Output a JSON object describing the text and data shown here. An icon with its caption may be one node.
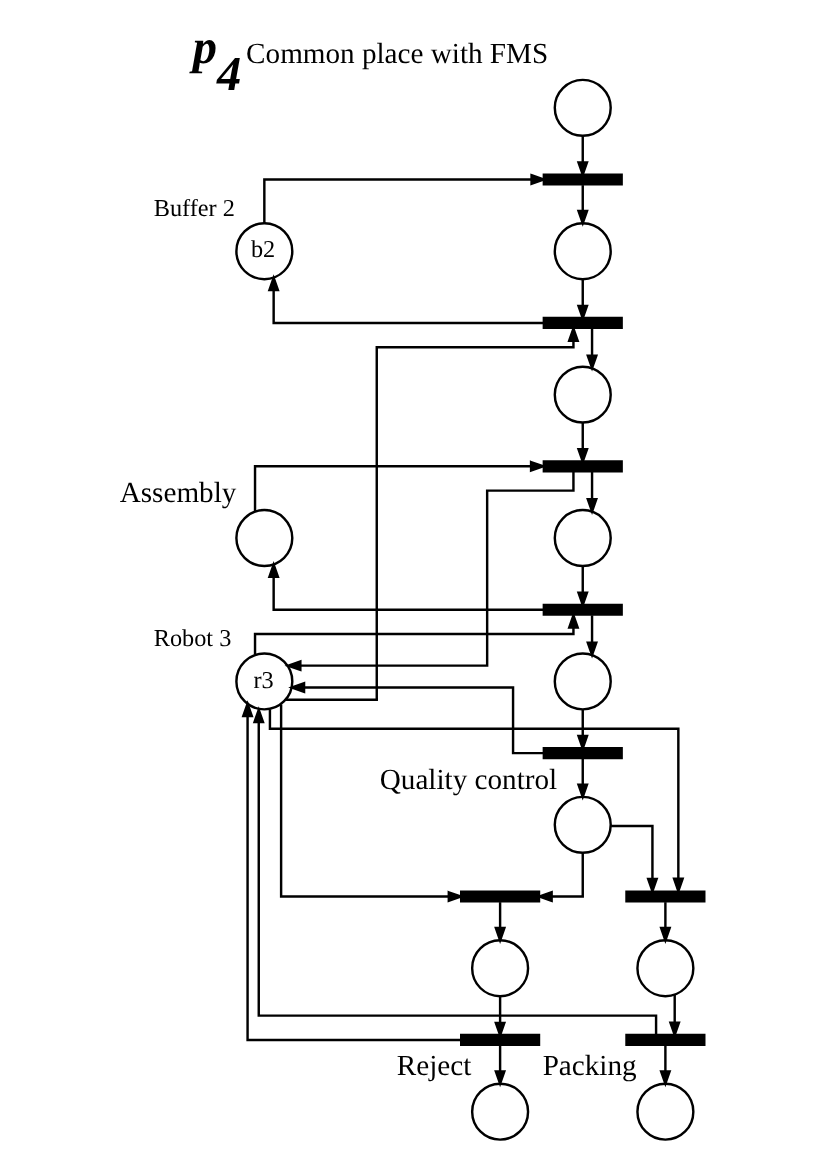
{
  "diagram": {
    "nodes": [
      {
        "text": [],
        "shape": "circle",
        "beside": [
          "p$_{4}$",
          "Common place with FMS"
        ]
      },
      {
        "text": [],
        "shape": "bar"
      },
      {
        "text": [
          "b2"
        ],
        "beside": [
          "Buffer 2"
        ]
      },
      {
        "text": [],
        "shape": "circle"
      },
      {
        "text": [],
        "shape": "bar"
      },
      {
        "text": [],
        "shape": "circle"
      },
      {
        "text": [],
        "shape": "bar"
      },
      {
        "text": [],
        "shape": "circle",
        "beside": [
          "Assembly"
        ]
      },
      {
        "text": [],
        "shape": "circle"
      },
      {
        "text": [],
        "shape": "bar"
      },
      {
        "text": [],
        "shape": "circle"
      },
      {
        "text": [
          "r3"
        ],
        "beside": [
          "Robot 3"
        ]
      },
      {
        "text": [],
        "shape": "bar"
      },
      {
        "text": [],
        "shape": "circle",
        "beside": [
          "Quality control"
        ]
      },
      {
        "text": [],
        "shape": "bar"
      },
      {
        "text": [],
        "shape": "bar"
      },
      {
        "text": [],
        "shape": "circle"
      },
      {
        "text": [],
        "shape": "circle"
      },
      {
        "text": [],
        "shape": "bar"
      },
      {
        "text": [],
        "shape": "bar"
      },
      {
        "text": [],
        "shape": "circle",
        "beside": [
          "Reject"
        ]
      },
      {
        "text": [],
        "shape": "circle",
        "beside": [
          "Packing"
        ]
      }
    ],
    "edges": [
      {
        "from": 0,
        "to": 1,
        "arrow": "to"
      },
      {
        "from": 2,
        "to": 1,
        "arrow": "to"
      },
      {
        "from": 1,
        "to": 3,
        "arrow": "to"
      },
      {
        "from": 3,
        "to": 4,
        "arrow": "to"
      },
      {
        "from": 11,
        "to": 4,
        "arrow": "to"
      },
      {
        "from": 4,
        "to": 2,
        "arrow": "to"
      },
      {
        "from": 4,
        "to": 5,
        "arrow": "to"
      },
      {
        "from": 5,
        "to": 6,
        "arrow": "to"
      },
      {
        "from": 7,
        "to": 6,
        "arrow": "to"
      },
      {
        "from": 6,
        "to": 8,
        "arrow": "to"
      },
      {
        "from": 6,
        "to": 11,
        "arrow": "to"
      },
      {
        "from": 8,
        "to": 9,
        "arrow": "to"
      },
      {
        "from": 11,
        "to": 9,
        "arrow": "to"
      },
      {
        "from": 9,
        "to": 7,
        "arrow": "to"
      },
      {
        "from": 9,
        "to": 10,
        "arrow": "to"
      },
      {
        "from": 10,
        "to": 12,
        "arrow": "to"
      },
      {
        "from": 12,
        "to": 13,
        "arrow": "to"
      },
      {
        "from": 12,
        "to": 11,
        "arrow": "to"
      },
      {
        "from": 13,
        "to": 14,
        "arrow": "to"
      },
      {
        "from": 13,
        "to": 15,
        "arrow": "to"
      },
      {
        "from": 11,
        "to": 14,
        "arrow": "to"
      },
      {
        "from": 11,
        "to": 15,
        "arrow": "to"
      },
      {
        "from": 14,
        "to": 16,
        "arrow": "to"
      },
      {
        "from": 15,
        "to": 17,
        "arrow": "to"
      },
      {
        "from": 16,
        "to": 18,
        "arrow": "to"
      },
      {
        "from": 17,
        "to": 19,
        "arrow": "to"
      },
      {
        "from": 18,
        "to": 20,
        "arrow": "to"
      },
      {
        "from": 18,
        "to": 11,
        "arrow": "to"
      },
      {
        "from": 19,
        "to": 21,
        "arrow": "to"
      },
      {
        "from": 19,
        "to": 11,
        "arrow": "to"
      }
    ]
  }
}
